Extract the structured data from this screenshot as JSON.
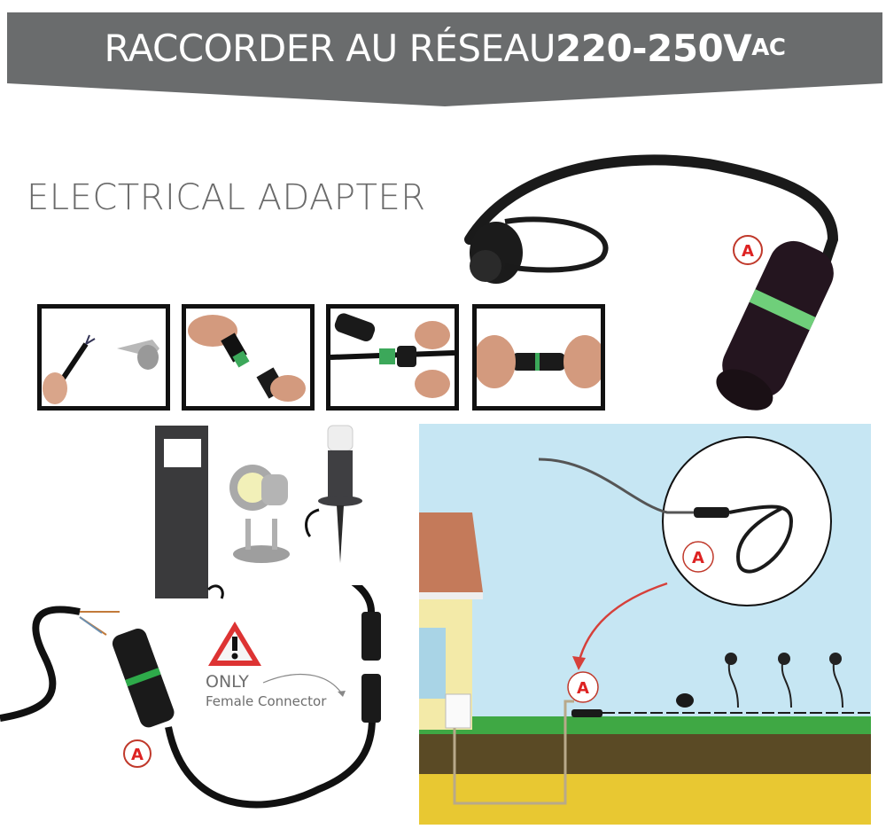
{
  "header": {
    "title_main": "RACCORDER AU RÉSEAU ",
    "title_voltage": "220-250V",
    "title_suffix": "AC",
    "background_color": "#6a6c6d"
  },
  "subtitle": "ELECTRICAL ADAPTER",
  "product_label": "A",
  "steps": [
    {
      "name": "strip-wire"
    },
    {
      "name": "insert-wire"
    },
    {
      "name": "screw-terminal"
    },
    {
      "name": "tighten-connector"
    }
  ],
  "warning": {
    "line1": "ONLY",
    "line2": "Female Connector"
  },
  "diagram": {
    "zoom_label": "A",
    "ground_label": "A",
    "colors": {
      "sky": "#c6e6f3",
      "grass": "#3fa844",
      "soil": "#5a4a25",
      "sand": "#e8c832",
      "arrow": "#d6403a"
    }
  },
  "cable_label": "A"
}
